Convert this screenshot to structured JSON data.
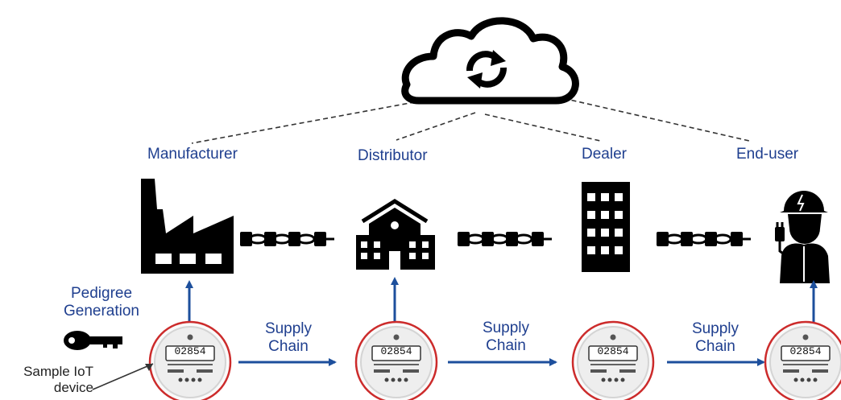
{
  "actors": [
    {
      "name": "Manufacturer",
      "icon": "factory-icon"
    },
    {
      "name": "Distributor",
      "icon": "school-building-icon"
    },
    {
      "name": "Dealer",
      "icon": "office-tower-icon"
    },
    {
      "name": "End-user",
      "icon": "electrician-worker-icon"
    }
  ],
  "flow_label": {
    "line1": "Supply",
    "line2": "Chain"
  },
  "pedigree": {
    "line1": "Pedigree",
    "line2": "Generation",
    "icon": "key-icon"
  },
  "sample_device": {
    "line1": "Sample IoT",
    "line2": "device"
  },
  "meter_reading": "02854",
  "cloud_icon": "cloud-sync-icon",
  "colors": {
    "accent_blue": "#1f3f8f",
    "arrow_blue": "#1d4f9c",
    "meter_ring": "#cc2b2b",
    "icon_black": "#000000"
  }
}
